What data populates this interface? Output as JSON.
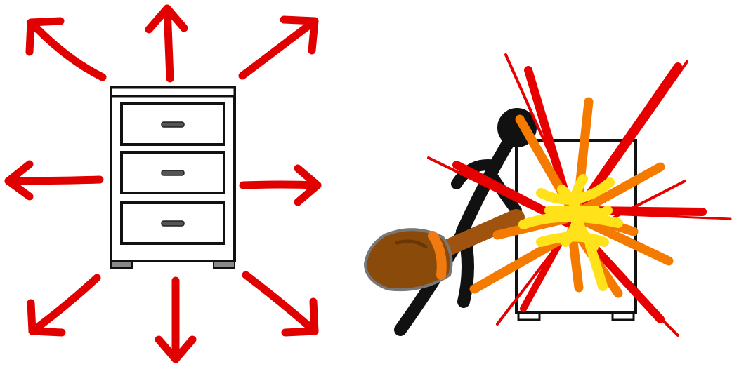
{
  "panels": [
    {
      "id": "intact-dresser",
      "drawers": 3,
      "arrow_directions": [
        "up-left",
        "up",
        "up-right",
        "left",
        "right",
        "down-left",
        "down",
        "down-right"
      ]
    },
    {
      "id": "smashed-dresser",
      "figure": "stick-figure-with-hammer",
      "effect": "explosion"
    }
  ],
  "colors": {
    "arrow": "#e00000",
    "outline": "#111111",
    "dresser_fill": "#ffffff",
    "handle": "#555555",
    "base": "#888888",
    "hammer_head": "#8a4a0a",
    "hammer_band": "#f07a10",
    "hammer_handle": "#a0520f",
    "explosion_red": "#e60000",
    "explosion_orange": "#f47a00",
    "explosion_yellow": "#ffe21a"
  }
}
